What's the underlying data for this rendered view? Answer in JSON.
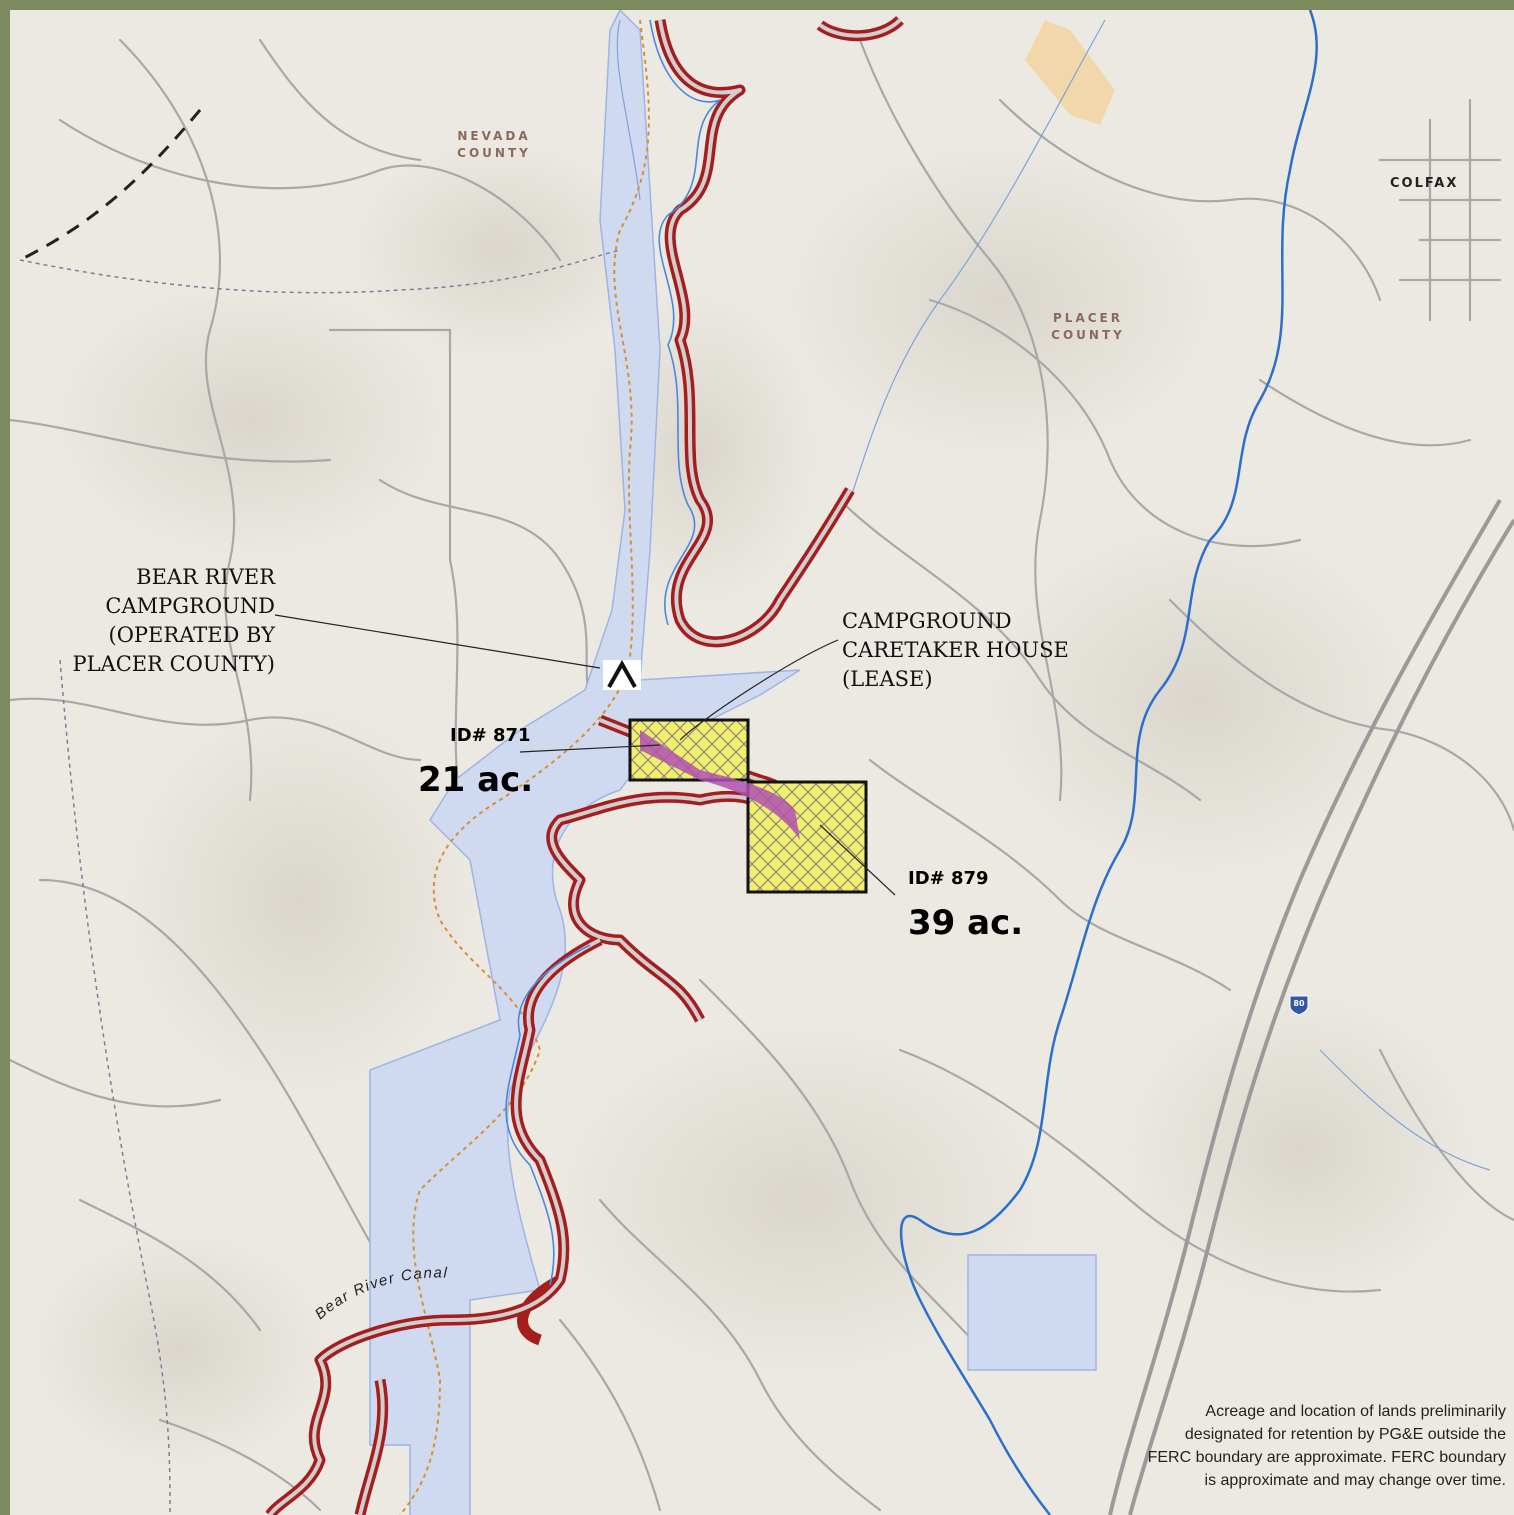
{
  "map": {
    "counties": {
      "nevada": "NEVADA COUNTY",
      "placer": "PLACER COUNTY"
    },
    "town": "COLFAX",
    "callouts": {
      "campground": [
        "BEAR RIVER",
        "CAMPGROUND",
        "(OPERATED BY",
        "PLACER COUNTY)"
      ],
      "caretaker": [
        "CAMPGROUND",
        "CARETAKER HOUSE",
        "(LEASE)"
      ]
    },
    "parcels": [
      {
        "id_label": "ID# 871",
        "acres_label": "21 ac."
      },
      {
        "id_label": "ID# 879",
        "acres_label": "39 ac."
      }
    ],
    "canal_label": "Bear River Canal",
    "highway_shield": "80",
    "note": [
      "Acreage and location of lands preliminarily",
      "designated for retention by PG&E outside the",
      "FERC boundary are approximate. FERC boundary",
      "is approximate and may change over time."
    ],
    "colors": {
      "frame": "#7d8a5e",
      "terrain": "#ece9e2",
      "roads": "#a8a8a8",
      "water": "#cfd9f0",
      "creek": "#2a6fd0",
      "ferc_boundary": "#a51d1d",
      "parcel_fill": "#f1ee6a",
      "campground_parcel": "#b050b0",
      "developed_area": "#f3d4a0"
    },
    "icons": [
      "campground-icon",
      "interstate-shield-icon"
    ]
  }
}
